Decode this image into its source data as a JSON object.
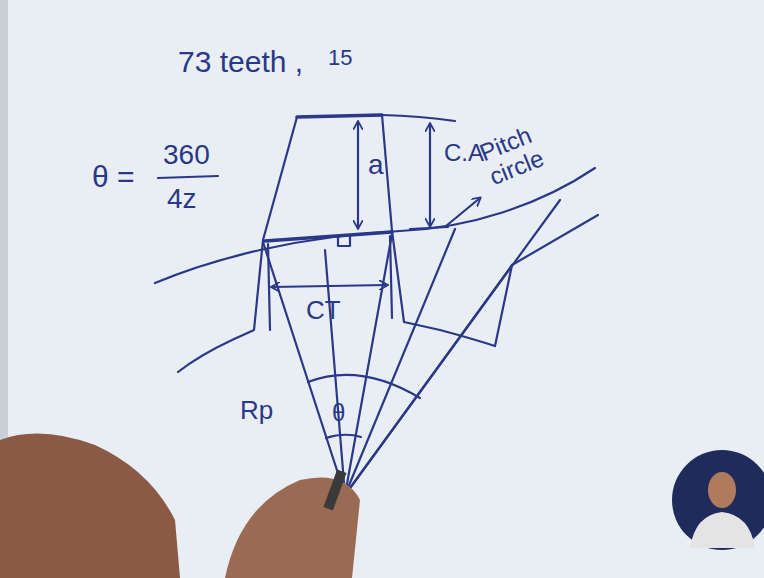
{
  "diagram": {
    "labels": [
      "73 teeth ,",
      "15",
      "θ =",
      "360",
      "4z",
      "a",
      "C.A",
      "Pitch circle",
      "CT",
      "Rp",
      "θ"
    ]
  }
}
